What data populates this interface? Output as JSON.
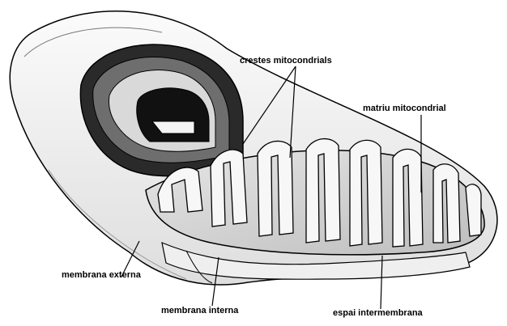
{
  "diagram": {
    "labels": {
      "crestes": "crestes mitocondrials",
      "matriu": "matriu mitocondrial",
      "membrana_externa": "membrana externa",
      "membrana_interna": "membrana interna",
      "espai": "espai intermembrana"
    },
    "colors": {
      "ink": "#000000",
      "outer_shell": "#f2f2f2",
      "shadow": "#cfcfcf",
      "dark": "#1a1a1a"
    }
  }
}
